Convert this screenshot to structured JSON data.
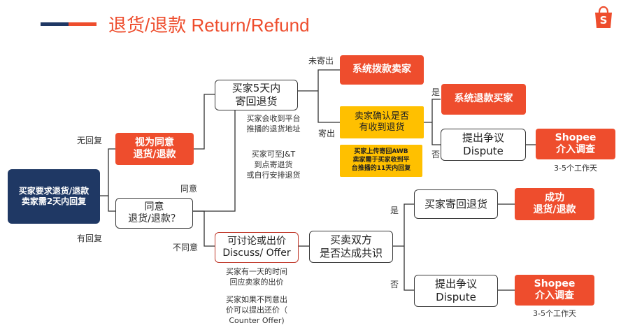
{
  "header": {
    "title": "退货/退款 Return/Refund",
    "title_color": "#ee4d2d",
    "accent_colors": [
      "#1f3864",
      "#ee4d2d"
    ],
    "logo_icon": "shopee-bag-icon",
    "logo_letter": "S"
  },
  "nodes": {
    "start": "买家要求退货/退款\n卖家需2天内回复",
    "deemed_agree": "视为同意\n退货/退款",
    "agree_question": "同意\n退货/退款？",
    "buyer_5days": "买家5天内\n寄回退货",
    "system_refund_seller": "系统拨款卖家",
    "seller_confirm": "卖家确认是否\n有收到退货",
    "system_refund_buyer": "系统退款买家",
    "dispute_1": "提出争议\nDispute",
    "shopee_investigate_1": "Shopee\n介入调查",
    "awb_note": "买家上传寄回AWB\n卖家需于买家收到平\n台推播的11天内回复",
    "discuss_offer": "可讨论或出价\nDiscuss/ Offer",
    "consensus": "买卖双方\n是否达成共识",
    "buyer_return_goods": "买家寄回退货",
    "success_refund": "成功\n退货/退款",
    "dispute_2": "提出争议\nDispute",
    "shopee_investigate_2": "Shopee\n介入调查"
  },
  "labels": {
    "no_reply": "无回复",
    "has_reply": "有回复",
    "agree": "同意",
    "disagree": "不同意",
    "not_sent": "未寄出",
    "sent": "寄出",
    "yes_1": "是",
    "no_1": "否",
    "yes_2": "是",
    "no_2": "否"
  },
  "notes": {
    "return_address": "买家会收到平台\n推播的退货地址",
    "jnt_dropoff": "买家可至J&T\n到点寄退货\n或自行安排退货",
    "days_1": "3-5个工作天",
    "days_2": "3-5个工作天",
    "buyer_one_day": "买家有一天的时间\n回应卖家的出价",
    "counter_offer": "买家如果不同意出\n价可以提出还价（\nCounter Offer)"
  }
}
